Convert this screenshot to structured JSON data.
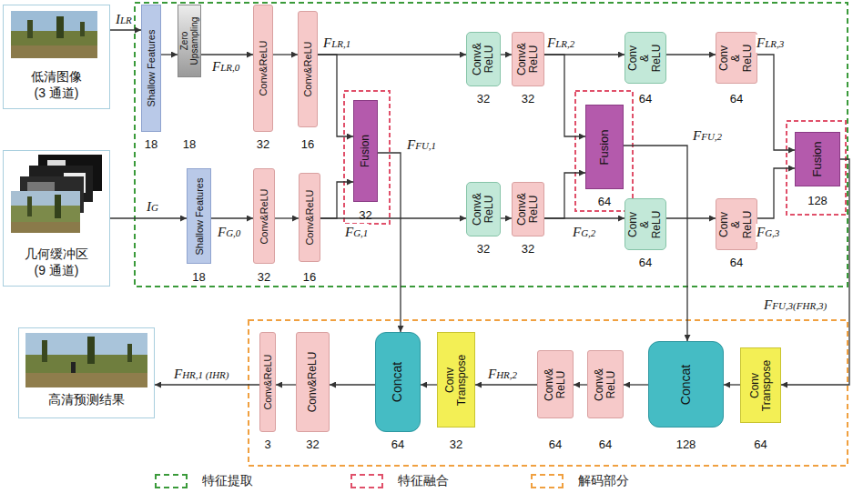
{
  "diagram": {
    "nodes": [
      {
        "text": [
          "低清图像 (3 通道)"
        ]
      },
      {
        "text": [
          "Shallow Features",
          "18"
        ]
      },
      {
        "text": [
          "Zero Upsampling",
          "18"
        ]
      },
      {
        "text": [
          "Conv&ReLU",
          "32"
        ]
      },
      {
        "text": [
          "Conv&ReLU",
          "16"
        ]
      },
      {
        "text": [
          "Fusion",
          "32"
        ]
      },
      {
        "text": [
          "Conv& ReLU",
          "32"
        ]
      },
      {
        "text": [
          "Conv& ReLU",
          "32"
        ]
      },
      {
        "text": [
          "Fusion",
          "64"
        ]
      },
      {
        "text": [
          "Conv & ReLU",
          "64"
        ]
      },
      {
        "text": [
          "Conv & ReLU",
          "64"
        ]
      },
      {
        "text": [
          "Fusion",
          "128"
        ]
      },
      {
        "text": [
          "几何缓冲区 (9 通道)"
        ]
      },
      {
        "text": [
          "Shallow Features",
          "18"
        ]
      },
      {
        "text": [
          "Conv&ReLU",
          "32"
        ]
      },
      {
        "text": [
          "Conv&ReLU",
          "16"
        ]
      },
      {
        "text": [
          "Conv& ReLU",
          "32"
        ]
      },
      {
        "text": [
          "Conv& ReLU",
          "32"
        ]
      },
      {
        "text": [
          "Conv & ReLU",
          "64"
        ]
      },
      {
        "text": [
          "Conv & ReLU",
          "64"
        ]
      },
      {
        "text": [
          "Conv Transpose",
          "64"
        ]
      },
      {
        "text": [
          "Concat",
          "128"
        ]
      },
      {
        "text": [
          "Conv& ReLU",
          "64"
        ]
      },
      {
        "text": [
          "Conv& ReLU",
          "64"
        ]
      },
      {
        "text": [
          "Conv Transpose",
          "32"
        ]
      },
      {
        "text": [
          "Concat",
          "64"
        ]
      },
      {
        "text": [
          "Conv&ReLU",
          "32"
        ]
      },
      {
        "text": [
          "Conv&ReLU",
          "3"
        ]
      },
      {
        "text": [
          "高清预测结果"
        ]
      }
    ],
    "edges": [
      {
        "from": 0,
        "to": 1,
        "arrow": "to",
        "label": "ILR"
      },
      {
        "from": 1,
        "to": 2,
        "arrow": "to"
      },
      {
        "from": 2,
        "to": 3,
        "arrow": "to",
        "label": "FLR,0"
      },
      {
        "from": 3,
        "to": 4,
        "arrow": "to"
      },
      {
        "from": 4,
        "to": 6,
        "arrow": "to",
        "label": "FLR,1"
      },
      {
        "from": 4,
        "to": 5,
        "arrow": "to"
      },
      {
        "from": 15,
        "to": 5,
        "arrow": "to"
      },
      {
        "from": 15,
        "to": 16,
        "arrow": "to",
        "label": "FG,1"
      },
      {
        "from": 5,
        "to": 25,
        "arrow": "to",
        "label": "FFU,1"
      },
      {
        "from": 6,
        "to": 7,
        "arrow": "to"
      },
      {
        "from": 7,
        "to": 9,
        "arrow": "to",
        "label": "FLR,2"
      },
      {
        "from": 7,
        "to": 8,
        "arrow": "to"
      },
      {
        "from": 17,
        "to": 8,
        "arrow": "to"
      },
      {
        "from": 17,
        "to": 18,
        "arrow": "to",
        "label": "FG,2"
      },
      {
        "from": 8,
        "to": 21,
        "arrow": "to",
        "label": "FFU,2"
      },
      {
        "from": 9,
        "to": 10,
        "arrow": "to"
      },
      {
        "from": 10,
        "to": 11,
        "arrow": "to",
        "label": "FLR,3"
      },
      {
        "from": 19,
        "to": 11,
        "arrow": "to",
        "label": "FG,3"
      },
      {
        "from": 11,
        "to": 20,
        "arrow": "to",
        "label": "FFU,3(FHR,3)"
      },
      {
        "from": 12,
        "to": 13,
        "arrow": "to",
        "label": "IG"
      },
      {
        "from": 13,
        "to": 14,
        "arrow": "to",
        "label": "FG,0"
      },
      {
        "from": 14,
        "to": 15,
        "arrow": "to"
      },
      {
        "from": 16,
        "to": 17,
        "arrow": "to"
      },
      {
        "from": 18,
        "to": 19,
        "arrow": "to"
      },
      {
        "from": 20,
        "to": 21,
        "arrow": "to"
      },
      {
        "from": 21,
        "to": 22,
        "arrow": "to"
      },
      {
        "from": 22,
        "to": 23,
        "arrow": "to"
      },
      {
        "from": 23,
        "to": 24,
        "arrow": "to",
        "label": "FHR,2"
      },
      {
        "from": 24,
        "to": 25,
        "arrow": "to"
      },
      {
        "from": 25,
        "to": 26,
        "arrow": "to"
      },
      {
        "from": 26,
        "to": 27,
        "arrow": "to"
      },
      {
        "from": 27,
        "to": 28,
        "arrow": "to",
        "label": "FHR,1 (IHR)"
      }
    ],
    "legend": [
      {
        "text": "特征提取",
        "color": "#3a9a3a"
      },
      {
        "text": "特征融合",
        "color": "#e0506a"
      },
      {
        "text": "解码部分",
        "color": "#f0a040"
      }
    ]
  }
}
